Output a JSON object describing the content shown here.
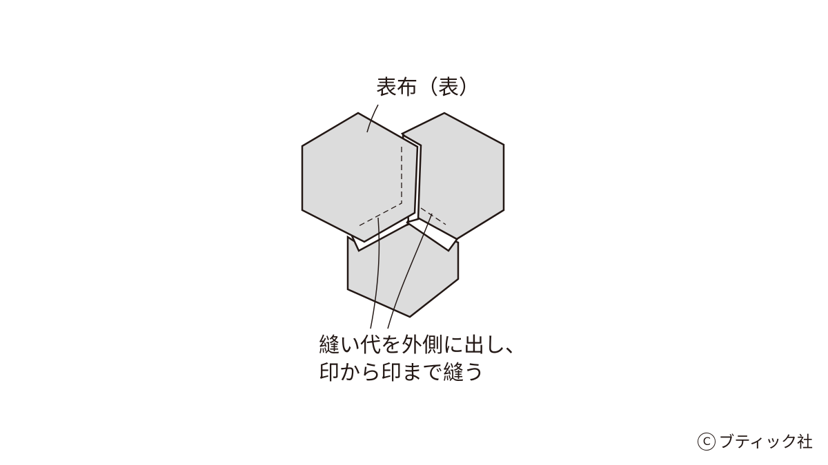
{
  "labels": {
    "top": "表布（表）",
    "bottom_line1": "縫い代を外側に出し、",
    "bottom_line2": "印から印まで縫う"
  },
  "copyright": {
    "symbol": "C",
    "text": "ブティック社"
  },
  "colors": {
    "fabric_fill": "#dcdcdc",
    "stroke": "#231815",
    "background": "#ffffff"
  }
}
